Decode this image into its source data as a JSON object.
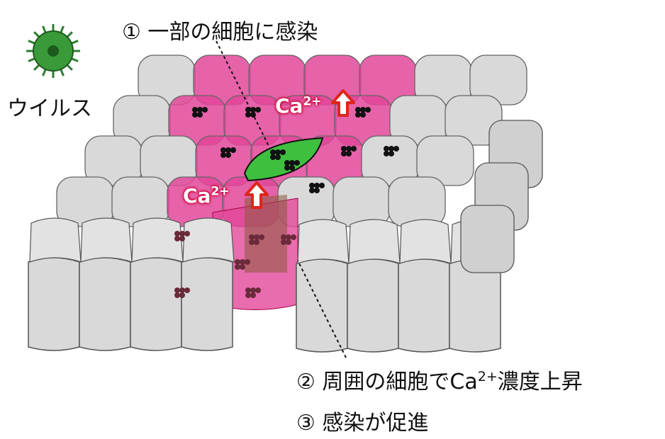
{
  "virus_label": "ウイルス",
  "step1": "① 一部の細胞に感染",
  "step2_prefix": "② 周囲の細胞でCa",
  "step2_sup": "2+",
  "step2_suffix": "濃度上昇",
  "step3": "③ 感染が促進",
  "ca_top": {
    "base": "Ca",
    "sup": "2+"
  },
  "ca_left": {
    "base": "Ca",
    "sup": "2+"
  },
  "colors": {
    "cell_gray": "#d9d9d9",
    "infected_pink": "#e2479a",
    "infected_green": "#3fbf3f",
    "arrow_red": "#e0241b"
  }
}
